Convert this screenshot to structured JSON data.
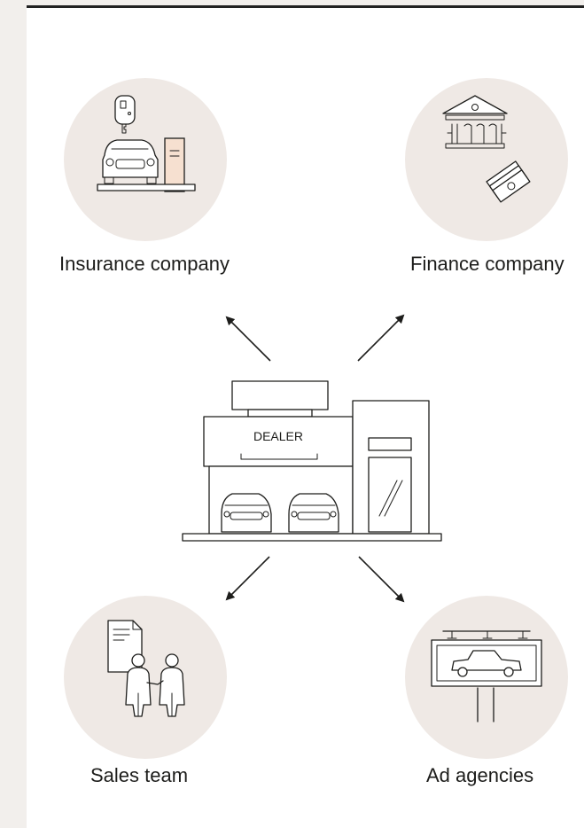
{
  "nodes": {
    "insurance": {
      "label": "Insurance company",
      "icon": "car-key-icon"
    },
    "finance": {
      "label": "Finance company",
      "icon": "bank-icon"
    },
    "sales": {
      "label": "Sales team",
      "icon": "handshake-icon"
    },
    "ads": {
      "label": "Ad agencies",
      "icon": "billboard-icon"
    }
  },
  "center": {
    "sign": "DEALER",
    "icon": "dealership-icon"
  },
  "colors": {
    "background": "#f2efec",
    "circle": "#efe9e5",
    "line": "#1d1d1b",
    "accent": "#f6e0d0"
  }
}
